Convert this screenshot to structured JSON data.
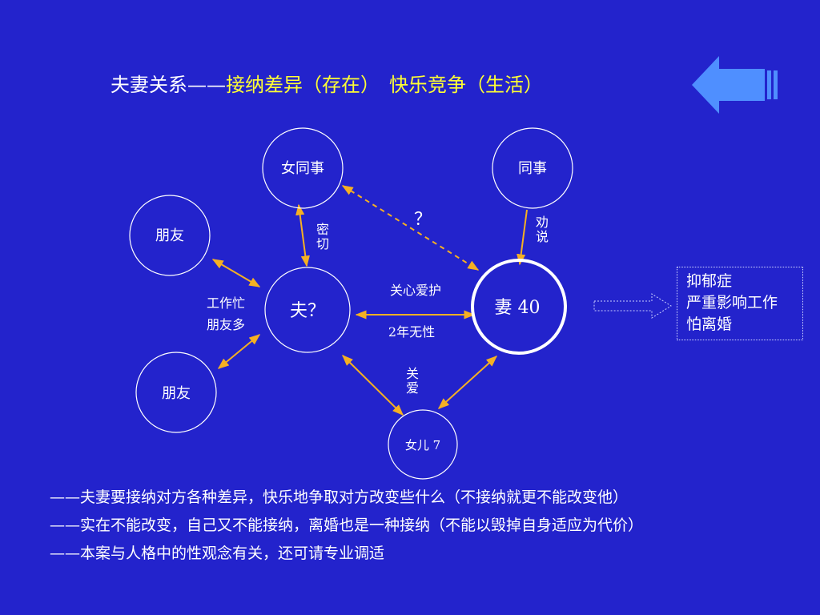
{
  "title": {
    "prefix": "夫妻关系——",
    "highlight": "接纳差异（存在）　快乐竞争（生活）"
  },
  "nodes": {
    "female_colleague": "女同事",
    "colleague": "同事",
    "friend_top": "朋友",
    "friend_bottom": "朋友",
    "husband": "夫？",
    "wife": "妻 40",
    "daughter": "女儿 7"
  },
  "edge_labels": {
    "close": [
      "密",
      "切"
    ],
    "persuade": [
      "劝",
      "说"
    ],
    "question": "？",
    "care_love": "关心爱护",
    "no_sex": "2年无性",
    "care": [
      "关",
      "爱"
    ],
    "busy_work": "工作忙",
    "many_friends": "朋友多"
  },
  "result": {
    "lines": [
      "抑郁症",
      "严重影响工作",
      "怕离婚"
    ]
  },
  "notes": [
    "——夫妻要接纳对方各种差异，快乐地争取对方改变些什么（不接纳就更不能改变他）",
    "——实在不能改变，自己又不能接纳，离婚也是一种接纳（不能以毁掉自身适应为代价）",
    "——本案与人格中的性观念有关，还可请专业调适"
  ],
  "colors": {
    "background": "#2323cc",
    "arrow": "#f5b022",
    "highlight": "#ffff33",
    "back_button": "#4f8fff"
  },
  "icons": {
    "back": "back-arrow-icon",
    "result": "hollow-right-arrow-icon"
  }
}
